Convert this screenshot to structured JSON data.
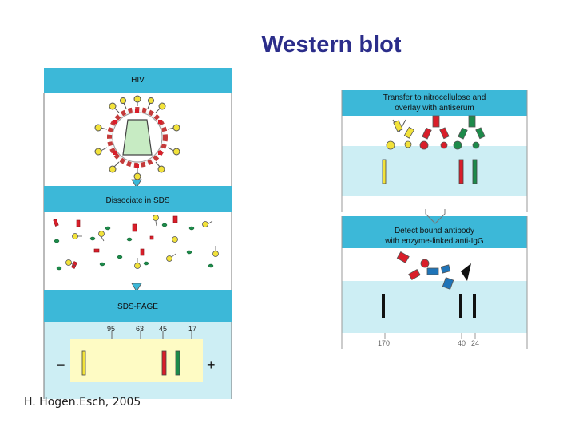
{
  "slide": {
    "title": "Western blot",
    "credit": "H. Hogen.Esch, 2005"
  },
  "left_panel": {
    "step1_label": "HIV",
    "step2_label": "Dissociate in SDS",
    "step3_label": "SDS-PAGE",
    "gel_markers": [
      "95",
      "63",
      "45",
      "17"
    ],
    "minus_sign": "−",
    "plus_sign": "+"
  },
  "right_panel": {
    "step1_label_line1": "Transfer to nitrocellulose and",
    "step1_label_line2": "overlay with antiserum",
    "step2_label_line1": "Detect bound antibody",
    "step2_label_line2": "with enzyme-linked anti-IgG",
    "bottom_markers": [
      "170",
      "40",
      "24"
    ]
  },
  "colors": {
    "band_blue": "#3cb8d8",
    "pale_blue": "#cdeef4",
    "gel_yellow": "#fefbc4",
    "red": "#d91e2a",
    "green": "#1d8a4a",
    "yellow": "#f2e23a",
    "blue": "#1f74b8",
    "title_navy": "#2b2d8a"
  }
}
